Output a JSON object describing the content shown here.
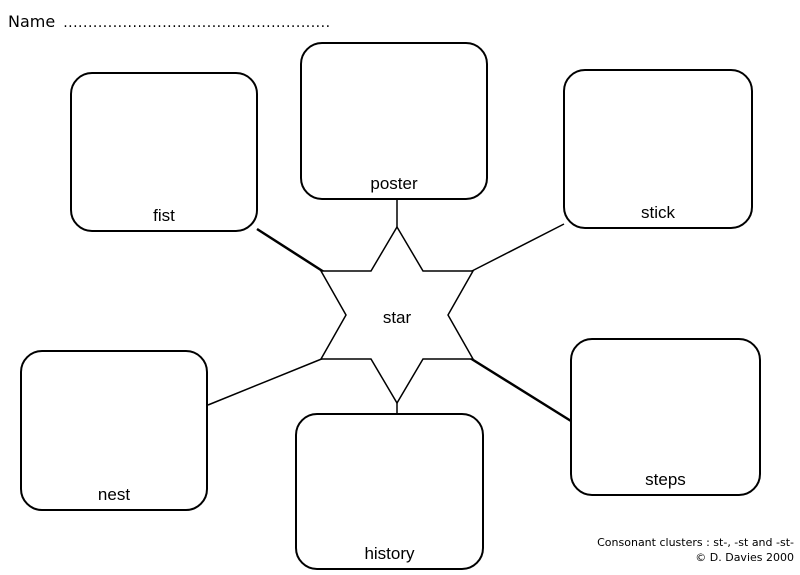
{
  "page": {
    "name_label": "Name",
    "name_dots": "......................................................"
  },
  "center": {
    "label": "star"
  },
  "boxes": [
    {
      "id": "fist",
      "label": "fist"
    },
    {
      "id": "poster",
      "label": "poster"
    },
    {
      "id": "stick",
      "label": "stick"
    },
    {
      "id": "nest",
      "label": "nest"
    },
    {
      "id": "history",
      "label": "history"
    },
    {
      "id": "steps",
      "label": "steps"
    }
  ],
  "footer": {
    "line1": "Consonant clusters : st-, -st and -st-",
    "line2": "© D. Davies 2000"
  },
  "colors": {
    "ink": "#000000",
    "paper": "#ffffff"
  }
}
